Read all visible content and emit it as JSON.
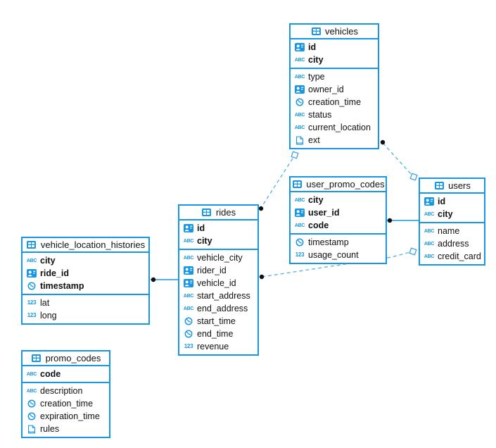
{
  "diagram": {
    "background_color": "#ffffff",
    "accent_color": "#1797e3",
    "dashed_line_color": "#62b3e6",
    "marker_dot_color": "#111111",
    "icon_labels": {
      "text": "ABC",
      "number": "123",
      "json": "JSON"
    },
    "tables": [
      {
        "name": "vehicles",
        "icon": "table-icon",
        "primary_fields": [
          {
            "name": "id",
            "icon": "id-icon"
          },
          {
            "name": "city",
            "icon": "text-icon"
          }
        ],
        "fields": [
          {
            "name": "type",
            "icon": "text-icon"
          },
          {
            "name": "owner_id",
            "icon": "id-icon"
          },
          {
            "name": "creation_time",
            "icon": "time-icon"
          },
          {
            "name": "status",
            "icon": "text-icon"
          },
          {
            "name": "current_location",
            "icon": "text-icon"
          },
          {
            "name": "ext",
            "icon": "json-icon"
          }
        ]
      },
      {
        "name": "user_promo_codes",
        "icon": "table-icon",
        "primary_fields": [
          {
            "name": "city",
            "icon": "text-icon"
          },
          {
            "name": "user_id",
            "icon": "id-icon"
          },
          {
            "name": "code",
            "icon": "text-icon"
          }
        ],
        "fields": [
          {
            "name": "timestamp",
            "icon": "time-icon"
          },
          {
            "name": "usage_count",
            "icon": "number-icon"
          }
        ]
      },
      {
        "name": "users",
        "icon": "table-icon",
        "primary_fields": [
          {
            "name": "id",
            "icon": "id-icon"
          },
          {
            "name": "city",
            "icon": "text-icon"
          }
        ],
        "fields": [
          {
            "name": "name",
            "icon": "text-icon"
          },
          {
            "name": "address",
            "icon": "text-icon"
          },
          {
            "name": "credit_card",
            "icon": "text-icon"
          }
        ]
      },
      {
        "name": "rides",
        "icon": "table-icon",
        "primary_fields": [
          {
            "name": "id",
            "icon": "id-icon"
          },
          {
            "name": "city",
            "icon": "text-icon"
          }
        ],
        "fields": [
          {
            "name": "vehicle_city",
            "icon": "text-icon"
          },
          {
            "name": "rider_id",
            "icon": "id-icon"
          },
          {
            "name": "vehicle_id",
            "icon": "id-icon"
          },
          {
            "name": "start_address",
            "icon": "text-icon"
          },
          {
            "name": "end_address",
            "icon": "text-icon"
          },
          {
            "name": "start_time",
            "icon": "time-icon"
          },
          {
            "name": "end_time",
            "icon": "time-icon"
          },
          {
            "name": "revenue",
            "icon": "number-icon"
          }
        ]
      },
      {
        "name": "vehicle_location_histories",
        "icon": "table-icon",
        "primary_fields": [
          {
            "name": "city",
            "icon": "text-icon"
          },
          {
            "name": "ride_id",
            "icon": "id-icon"
          },
          {
            "name": "timestamp",
            "icon": "time-icon"
          }
        ],
        "fields": [
          {
            "name": "lat",
            "icon": "number-icon"
          },
          {
            "name": "long",
            "icon": "number-icon"
          }
        ]
      },
      {
        "name": "promo_codes",
        "icon": "table-icon",
        "primary_fields": [
          {
            "name": "code",
            "icon": "text-icon"
          }
        ],
        "fields": [
          {
            "name": "description",
            "icon": "text-icon"
          },
          {
            "name": "creation_time",
            "icon": "time-icon"
          },
          {
            "name": "expiration_time",
            "icon": "time-icon"
          },
          {
            "name": "rules",
            "icon": "json-icon"
          }
        ]
      }
    ],
    "relationships": [
      {
        "from": "vehicle_location_histories",
        "to": "rides",
        "style": "solid"
      },
      {
        "from": "user_promo_codes",
        "to": "users",
        "style": "solid"
      },
      {
        "from": "vehicles",
        "to": "rides",
        "style": "dashed"
      },
      {
        "from": "vehicles",
        "to": "users",
        "style": "dashed"
      },
      {
        "from": "rides",
        "to": "users",
        "style": "dashed"
      }
    ]
  }
}
